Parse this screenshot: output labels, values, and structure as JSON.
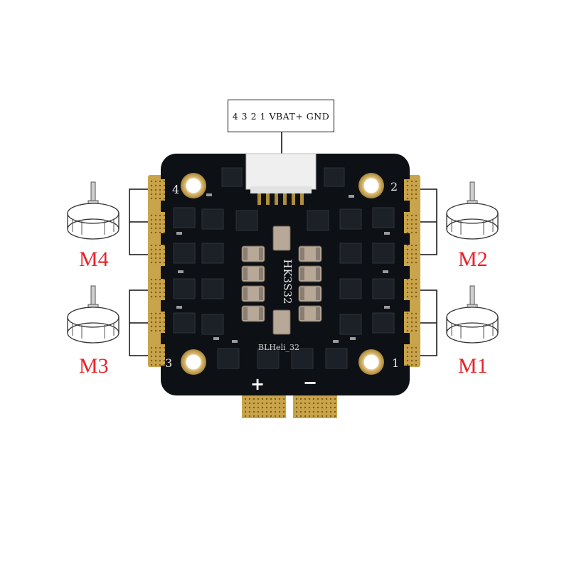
{
  "connector_label": "4 3 2 1 VBAT+ GND",
  "motors": [
    {
      "label": "M4"
    },
    {
      "label": "M2"
    },
    {
      "label": "M3"
    },
    {
      "label": "M1"
    }
  ],
  "board": {
    "corner_numbers": [
      "4",
      "2",
      "3",
      "1"
    ],
    "chip_marking": "HK3S32",
    "firmware_text": "BLHeli_32",
    "plus_sign": "+",
    "minus_sign": "−"
  },
  "colors": {
    "pcb": "#0d1014",
    "pad_gold": "#c9a44a",
    "motor_label": "#e8232a",
    "lines": "#111111"
  }
}
